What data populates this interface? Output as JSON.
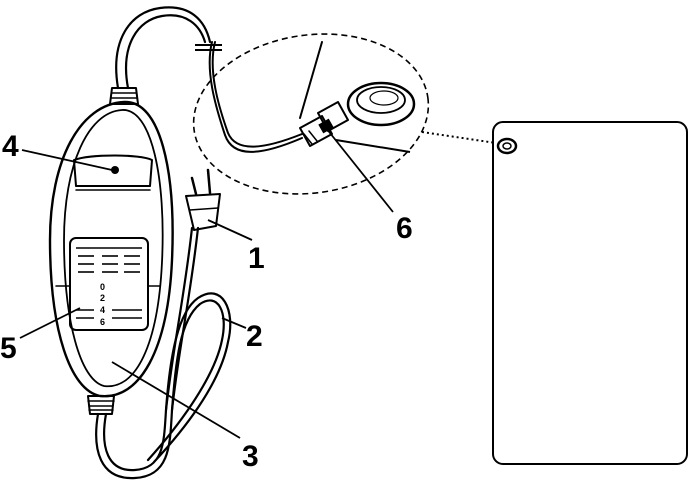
{
  "callouts": {
    "plug": "1",
    "cord": "2",
    "controller": "3",
    "indicator_light": "4",
    "heat_dial": "5",
    "connector": "6"
  },
  "dial_scale": [
    "0",
    "2",
    "4",
    "6"
  ]
}
